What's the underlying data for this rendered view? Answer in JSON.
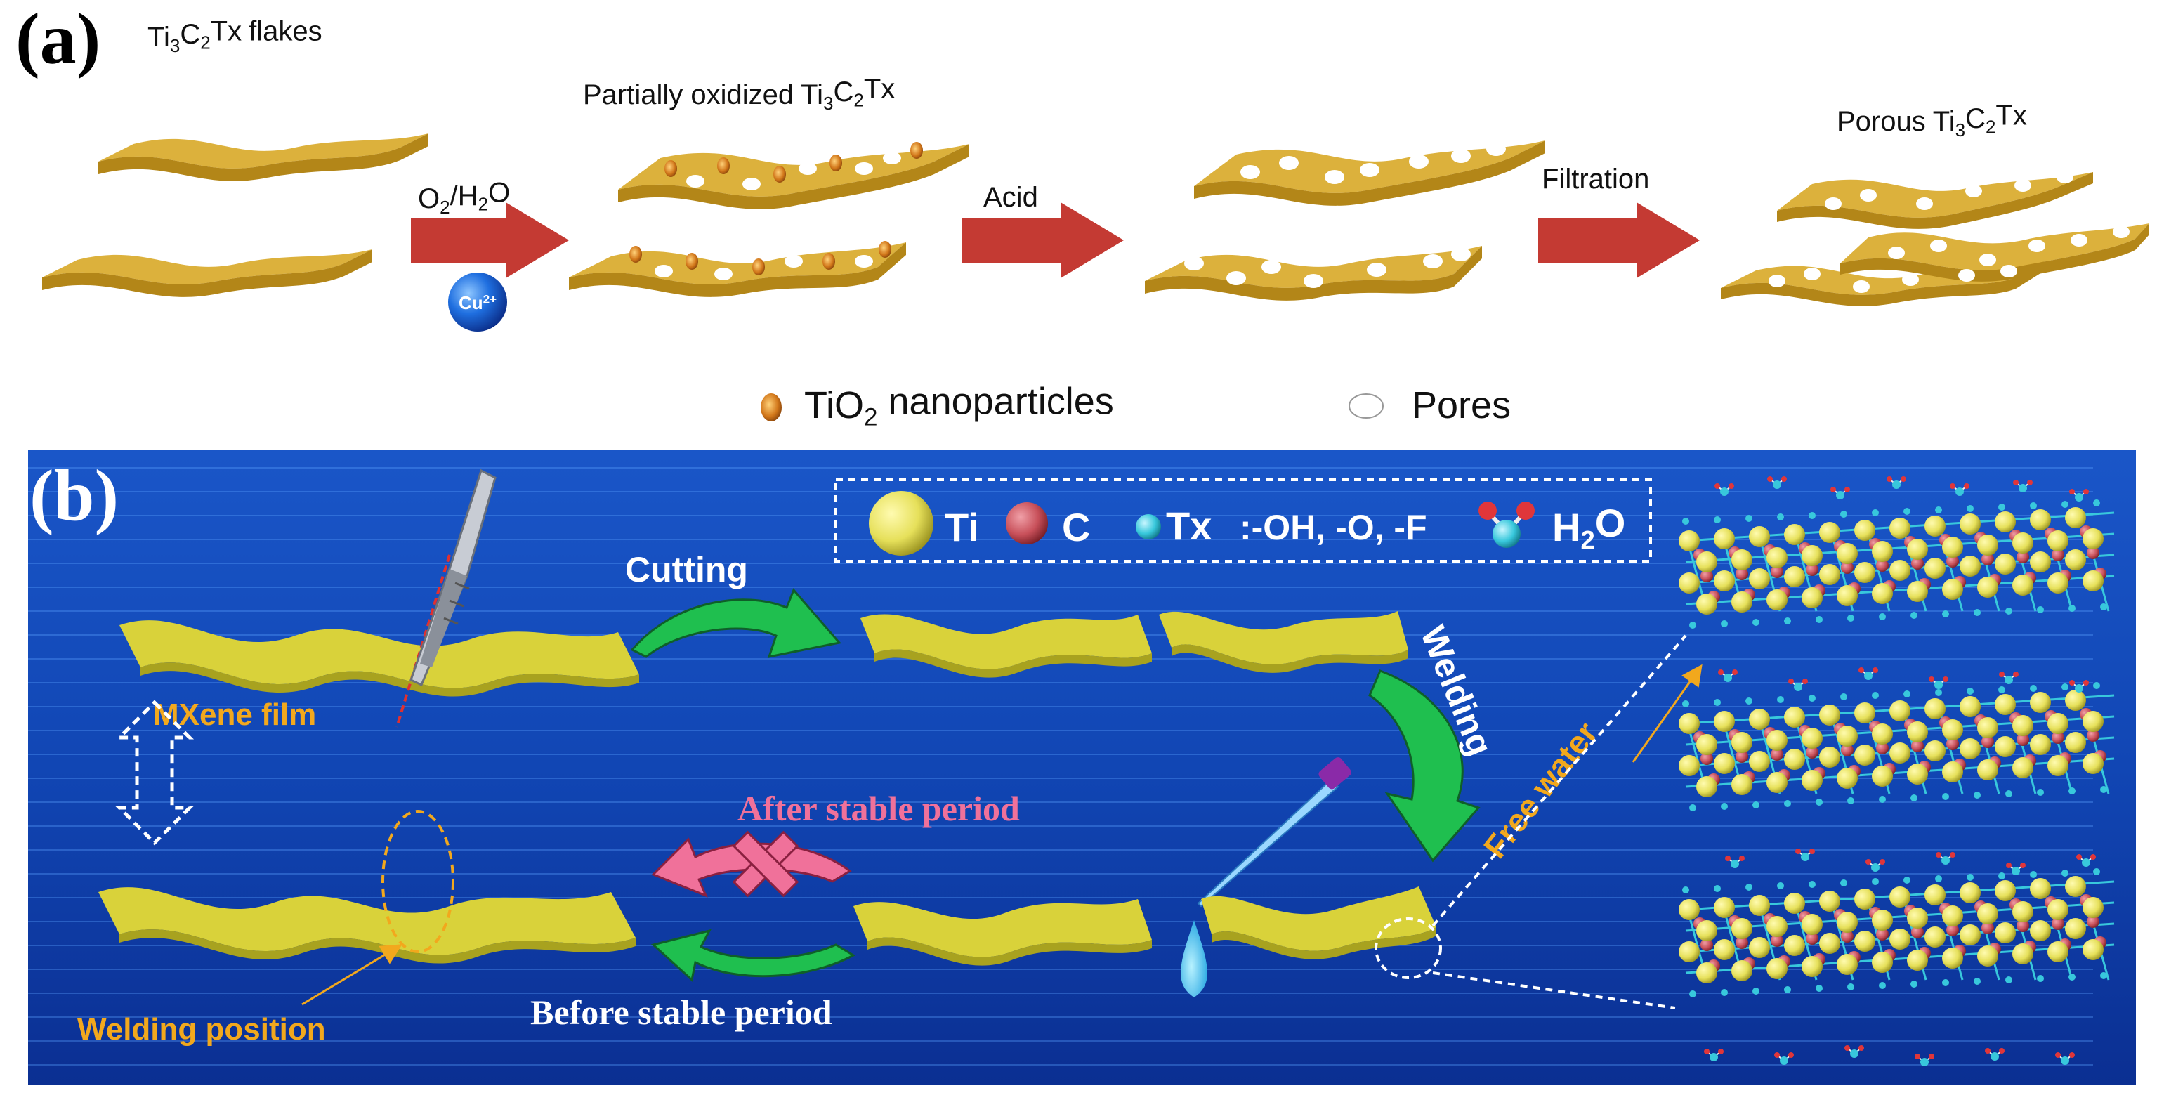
{
  "panel_a": {
    "label": "(a)",
    "stage1": {
      "formula": "Ti3C2Tx",
      "suffix": "flakes"
    },
    "stage2": {
      "prefix": "Partially oxidized",
      "formula": "Ti3C2Tx"
    },
    "stage4": {
      "prefix": "Porous",
      "formula": "Ti3C2Tx"
    },
    "arrow1": {
      "label": "O2/H2O",
      "ion": "Cu2+"
    },
    "arrow2": {
      "label": "Acid"
    },
    "arrow3": {
      "label": "Filtration"
    },
    "legend": {
      "nanoparticles": "TiO2 nanoparticles",
      "pores": "Pores"
    }
  },
  "panel_b": {
    "label": "(b)",
    "legend": {
      "ti": "Ti",
      "c": "C",
      "tx_symbol": "Tx",
      "tx_desc": ":-OH, -O, -F",
      "water": "H2O"
    },
    "cutting": "Cutting",
    "welding": "Welding",
    "mxene_film": "MXene film",
    "after_stable": "After stable period",
    "before_stable": "Before stable period",
    "welding_position": "Welding position",
    "free_water": "Free water"
  },
  "colors": {
    "flake_top": "#dcb13c",
    "flake_side": "#b38618",
    "film": "#d9d23a",
    "red_arrow": "#c43a33",
    "green_arrow": "#1fbf4f",
    "pink_arrow": "#f0719a",
    "label_orange": "#f2a81d",
    "ti_atom": "#e6e05a",
    "c_atom": "#c8505a",
    "bond": "#38c8dc"
  }
}
